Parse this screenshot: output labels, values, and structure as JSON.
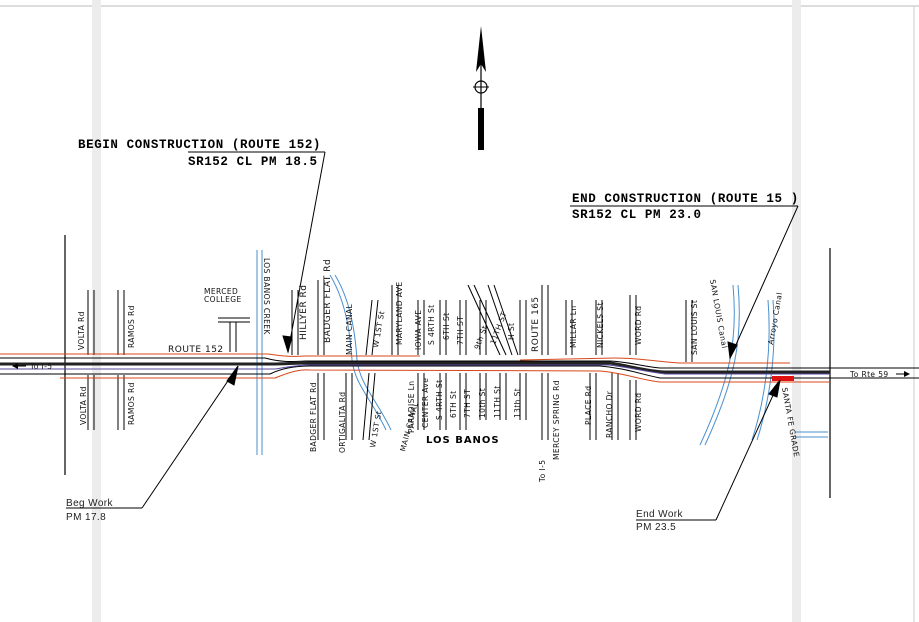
{
  "callouts": {
    "begin_title": "BEGIN CONSTRUCTION (ROUTE 152)",
    "begin_pm": "SR152 CL PM 18.5",
    "end_title": "END CONSTRUCTION (ROUTE 15 )",
    "end_pm": "SR152 CL PM 23.0",
    "beg_work_label": "Beg Work",
    "beg_work_pm": "PM 17.8",
    "end_work_label": "End Work",
    "end_work_pm": "PM 23.5"
  },
  "directions": {
    "west": "To I-5",
    "east": "To Rte 59",
    "south": "To I-5"
  },
  "labels": {
    "route_152": "ROUTE 152",
    "route_165": "ROUTE 165",
    "los_banos": "LOS BANOS",
    "merced_college_1": "MERCED",
    "merced_college_2": "COLLEGE"
  },
  "streets_north": [
    "VOLTA Rd",
    "RAMOS Rd",
    "LOS BANOS CREEK",
    "HILLYER Rd",
    "BADGER FLAT Rd",
    "MAIN CANAL",
    "W 1ST St",
    "MARYLAND AVE",
    "IOWA AVE",
    "S 4RTH St",
    "6TH St",
    "7TH ST",
    "9th St",
    "11TH ST",
    "H St",
    "ROUTE 165",
    "MILLAR Ln",
    "NICKELS St",
    "WORD Rd",
    "SAN LOUIS St",
    "SAN LOUIS Canal",
    "Arroyo Canal"
  ],
  "streets_south": [
    "VOLTA Rd",
    "RAMOS Rd",
    "BADGER FLAT Rd",
    "ORTIGALITA Rd",
    "W 1ST St",
    "MAIN CANAL",
    "PARADISE Ln",
    "CENTER Ave",
    "S 4RTH St",
    "6TH St",
    "7TH ST",
    "10th St",
    "11TH St",
    "13th St",
    "MERCEY SPRING Rd",
    "PLACE Rd",
    "RANCHO Dr",
    "WORD Rd",
    "SANTA FE GRADE"
  ],
  "colors": {
    "road": "#000000",
    "water": "#4a8fd0",
    "centerline_red": "#d8481a",
    "project_end_marker": "#e01010",
    "margin_band": "#ececec"
  },
  "icons": {
    "north_arrow": "north-arrow-icon"
  }
}
